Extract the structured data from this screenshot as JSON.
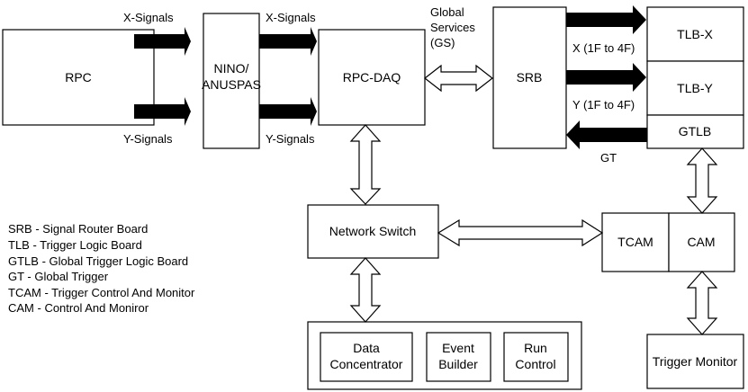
{
  "blocks": {
    "rpc": "RPC",
    "nino": [
      "NINO/",
      "ANUSPAS"
    ],
    "rpcdaq": "RPC-DAQ",
    "srb": "SRB",
    "tlbx": "TLB-X",
    "tlby": "TLB-Y",
    "gtlb": "GTLB",
    "network_switch": "Network Switch",
    "tcam": "TCAM",
    "cam": "CAM",
    "data_concentrator": [
      "Data",
      "Concentrator"
    ],
    "event_builder": [
      "Event",
      "Builder"
    ],
    "run_control": [
      "Run",
      "Control"
    ],
    "trigger_monitor": "Trigger Monitor"
  },
  "signals": {
    "x_signals": "X-Signals",
    "y_signals": "Y-Signals",
    "global_services": [
      "Global",
      "Services",
      "(GS)"
    ],
    "x_range": "X (1F to 4F)",
    "y_range": "Y (1F to 4F)",
    "gt": "GT"
  },
  "legend": [
    "SRB - Signal Router Board",
    "TLB - Trigger Logic Board",
    "GTLB - Global Trigger Logic Board",
    "GT - Global Trigger",
    "TCAM - Trigger Control And Monitor",
    "CAM - Control And Moniror"
  ]
}
